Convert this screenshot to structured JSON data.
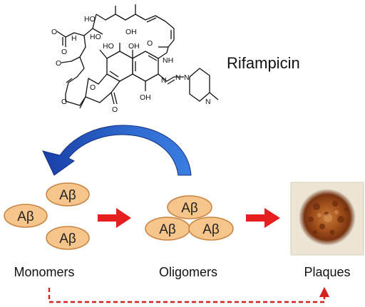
{
  "drug": {
    "name": "Rifampicin"
  },
  "chem_atoms": [
    "HO",
    "H",
    "HO",
    "OH",
    "HO",
    "OH",
    "O",
    "O",
    "O",
    "O",
    "O",
    "O",
    "NH",
    "N",
    "N",
    "N",
    "N",
    "OH",
    "O"
  ],
  "monomer_token": "Aβ",
  "stages": {
    "monomers": "Monomers",
    "oligomers": "Oligomers",
    "plaques": "Plaques"
  },
  "colors": {
    "ellipse_fill": "#f6c58c",
    "ellipse_stroke": "#c9823d",
    "forward_arrow": "#e61e1e",
    "inhibition_arrow_dark": "#1a3fa8",
    "inhibition_arrow_light": "#3b7de0",
    "dashed_arrow": "#d42020",
    "plaque": "#8a3f12"
  }
}
